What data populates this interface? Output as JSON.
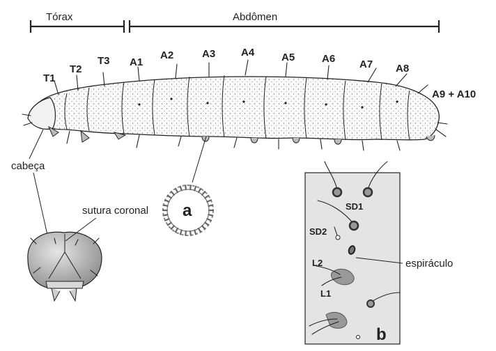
{
  "header": {
    "thorax": "Tórax",
    "abdomen": "Abdômen"
  },
  "segments": [
    "T1",
    "T2",
    "T3",
    "A1",
    "A2",
    "A3",
    "A4",
    "A5",
    "A6",
    "A7",
    "A8",
    "A9 + A10"
  ],
  "labels": {
    "head": "cabeça",
    "suture": "sutura coronal",
    "detail_a": "a",
    "detail_b": "b",
    "sd1": "SD1",
    "sd2": "SD2",
    "l1": "L1",
    "l2": "L2",
    "spiracle": "espiráculo"
  }
}
